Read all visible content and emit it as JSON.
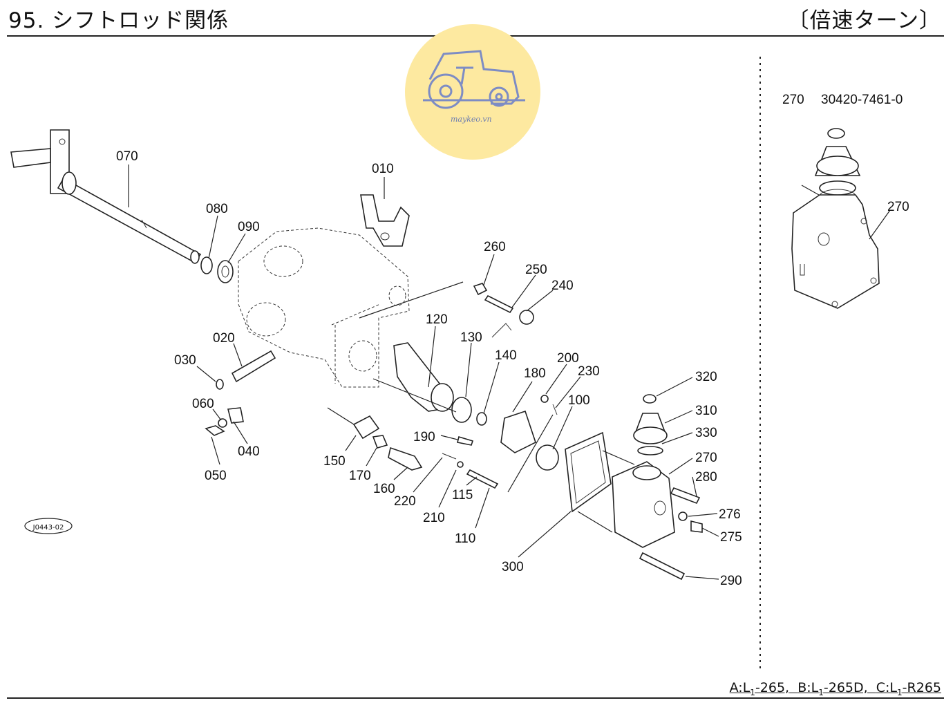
{
  "header": {
    "title": "95. シフトロッド関係",
    "variant": "〔倍速ターン〕"
  },
  "watermark": {
    "text": "maykeo.vn",
    "circle_color": "#fde9a0",
    "icon_color": "#7d8cc4"
  },
  "inset": {
    "part_number_label": "270",
    "part_number": "30420-7461-0",
    "callout": "270"
  },
  "drawing_code": "J0443-02",
  "footer": {
    "models": [
      {
        "prefix": "A:L",
        "sub": "1",
        "suffix": "-265,"
      },
      {
        "prefix": "B:L",
        "sub": "1",
        "suffix": "-265D,"
      },
      {
        "prefix": "C:L",
        "sub": "1",
        "suffix": "-R265"
      }
    ]
  },
  "callouts": [
    "070",
    "010",
    "080",
    "090",
    "260",
    "250",
    "240",
    "120",
    "130",
    "140",
    "020",
    "030",
    "200",
    "230",
    "180",
    "100",
    "320",
    "060",
    "190",
    "040",
    "310",
    "330",
    "150",
    "170",
    "050",
    "160",
    "220",
    "115",
    "270",
    "280",
    "210",
    "110",
    "276",
    "275",
    "300",
    "290"
  ]
}
